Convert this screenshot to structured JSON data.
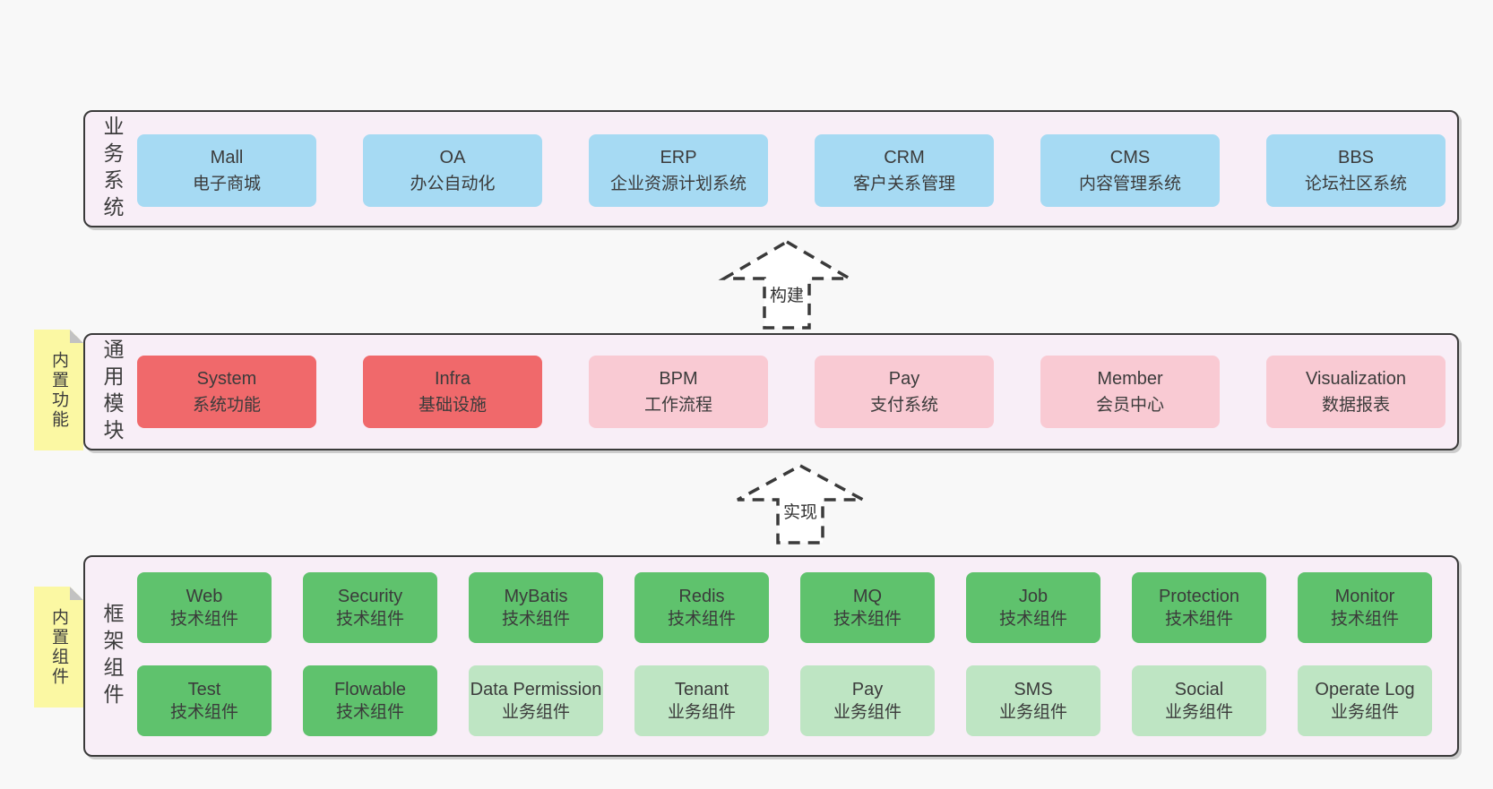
{
  "palette": {
    "page_background": "#f8f8f8",
    "container_fill": "#f8eef7",
    "container_border": "#3a3a3a",
    "business_system_box": "#a6daf3",
    "implemented_module_box": "#f0696b",
    "planned_module_box": "#f9cad3",
    "tech_component_box": "#5fc26d",
    "biz_component_box": "#bee5c3",
    "sticky_note": "#fbf8a3",
    "sticky_fold": "#c2c2c2",
    "text": "#3b3b3b"
  },
  "layers": [
    {
      "title_vertical": "业务系统",
      "boxes": [
        {
          "name": "Mall",
          "subtitle": "电子商城"
        },
        {
          "name": "OA",
          "subtitle": "办公自动化"
        },
        {
          "name": "ERP",
          "subtitle": "企业资源计划系统"
        },
        {
          "name": "CRM",
          "subtitle": "客户关系管理"
        },
        {
          "name": "CMS",
          "subtitle": "内容管理系统"
        },
        {
          "name": "BBS",
          "subtitle": "论坛社区系统"
        }
      ]
    },
    {
      "title_vertical": "通用模块",
      "sticky": "内置功能",
      "boxes": [
        {
          "name": "System",
          "subtitle": "系统功能"
        },
        {
          "name": "Infra",
          "subtitle": "基础设施"
        },
        {
          "name": "BPM",
          "subtitle": "工作流程"
        },
        {
          "name": "Pay",
          "subtitle": "支付系统"
        },
        {
          "name": "Member",
          "subtitle": "会员中心"
        },
        {
          "name": "Visualization",
          "subtitle": "数据报表"
        }
      ]
    },
    {
      "title_vertical": "框架组件",
      "sticky": "内置组件",
      "rows": [
        [
          {
            "name": "Web",
            "subtitle": "技术组件"
          },
          {
            "name": "Security",
            "subtitle": "技术组件"
          },
          {
            "name": "MyBatis",
            "subtitle": "技术组件"
          },
          {
            "name": "Redis",
            "subtitle": "技术组件"
          },
          {
            "name": "MQ",
            "subtitle": "技术组件"
          },
          {
            "name": "Job",
            "subtitle": "技术组件"
          },
          {
            "name": "Protection",
            "subtitle": "技术组件"
          },
          {
            "name": "Monitor",
            "subtitle": "技术组件"
          }
        ],
        [
          {
            "name": "Test",
            "subtitle": "技术组件"
          },
          {
            "name": "Flowable",
            "subtitle": "技术组件"
          },
          {
            "name": "Data Permission",
            "subtitle": "业务组件"
          },
          {
            "name": "Tenant",
            "subtitle": "业务组件"
          },
          {
            "name": "Pay",
            "subtitle": "业务组件"
          },
          {
            "name": "SMS",
            "subtitle": "业务组件"
          },
          {
            "name": "Social",
            "subtitle": "业务组件"
          },
          {
            "name": "Operate Log",
            "subtitle": "业务组件"
          }
        ]
      ]
    }
  ],
  "arrows": [
    {
      "label": "构建"
    },
    {
      "label": "实现"
    }
  ]
}
